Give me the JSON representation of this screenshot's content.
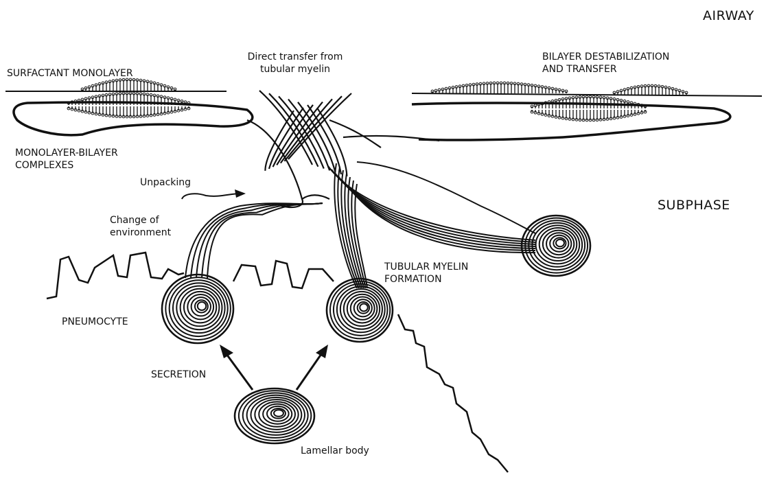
{
  "labels": {
    "airway": "AIRWAY",
    "subphase": "SUBPHASE",
    "surfactant_monolayer": "SURFACTANT MONOLAYER",
    "direct_transfer": "Direct transfer  from\ntubular myelin",
    "bilayer_destabilization": "BILAYER DESTABILIZATION\nAND TRANSFER",
    "monolayer_bilayer": "MONOLAYER-BILAYER\nCOMPLEXES",
    "unpacking": "Unpacking",
    "change_of_environment": "Change of\nenvironment",
    "tubular_myelin_formation": "TUBULAR MYELIN\nFORMATION",
    "pneumocyte": "PNEUMOCYTE",
    "secretion": "SECRETION",
    "lamellar_body": "Lamellar body"
  },
  "colors": {
    "ink": "#111111",
    "background": "#ffffff"
  }
}
